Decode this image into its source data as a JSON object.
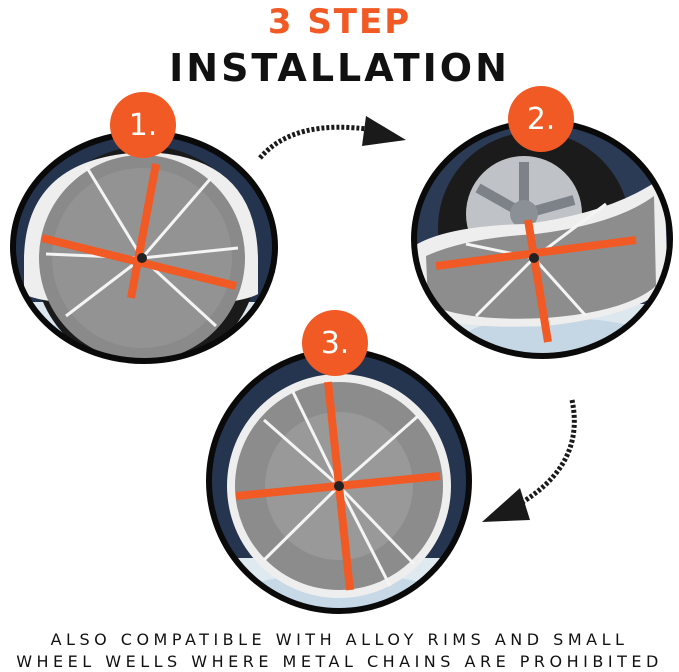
{
  "heading": {
    "step_line": "3 STEP",
    "title_line": "INSTALLATION"
  },
  "steps": [
    {
      "label": "1."
    },
    {
      "label": "2."
    },
    {
      "label": "3."
    }
  ],
  "footer": {
    "line1": "ALSO COMPATIBLE WITH ALLOY RIMS AND SMALL",
    "line2": "WHEEL WELLS WHERE METAL CHAINS ARE PROHIBITED"
  },
  "colors": {
    "accent": "#f15a24",
    "text": "#111111",
    "frame": "#0a0a0a",
    "fabric": "#8e8e8e",
    "strap": "#f15a24"
  }
}
